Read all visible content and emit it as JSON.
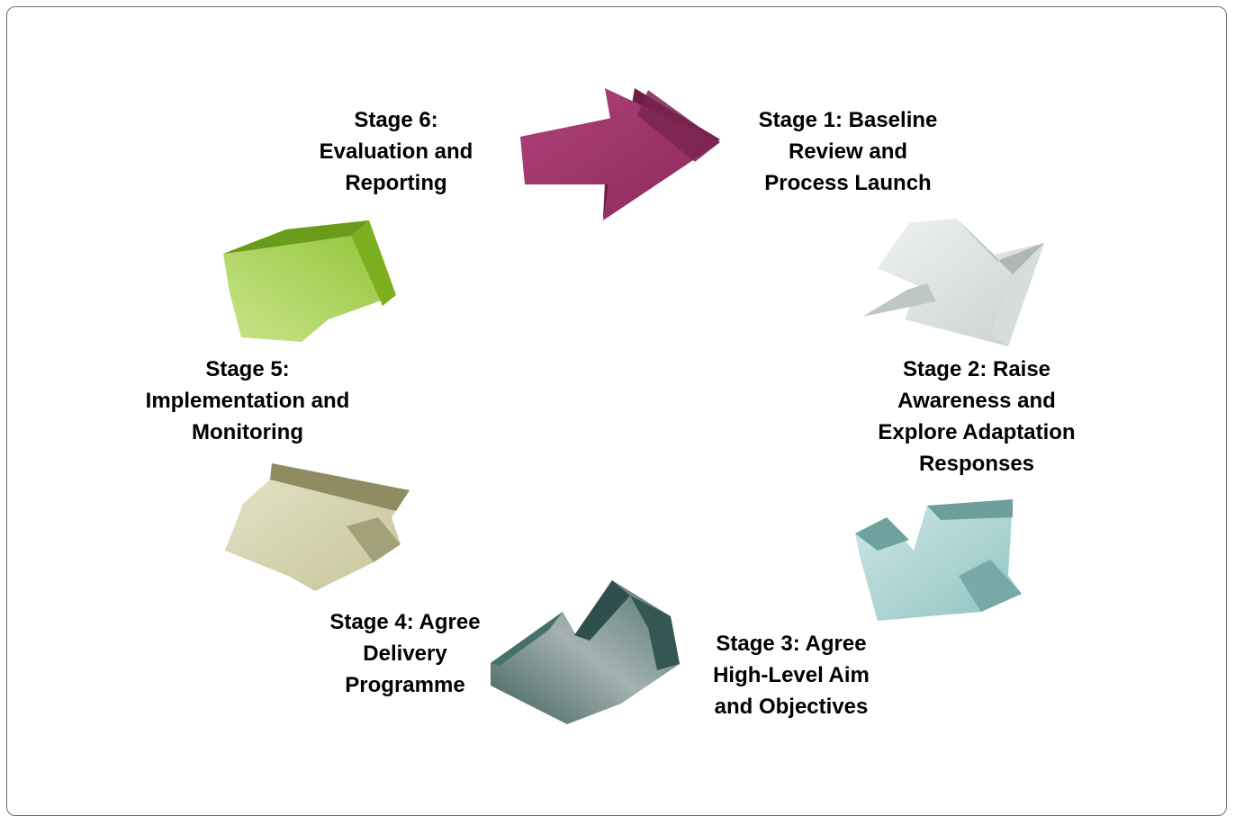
{
  "stages": [
    {
      "id": "stage-1",
      "lines": [
        "Stage 1: Baseline",
        "Review and",
        "Process Launch"
      ],
      "color": "#9b2f63"
    },
    {
      "id": "stage-2",
      "lines": [
        "Stage 2: Raise",
        "Awareness and",
        "Explore Adaptation",
        "Responses"
      ],
      "color": "#d5dbdb"
    },
    {
      "id": "stage-3",
      "lines": [
        "Stage 3: Agree",
        "High-Level Aim",
        "and Objectives"
      ],
      "color": "#8fc7c5"
    },
    {
      "id": "stage-4",
      "lines": [
        "Stage 4: Agree",
        "Delivery",
        "Programme"
      ],
      "color": "#4f7a76"
    },
    {
      "id": "stage-5",
      "lines": [
        "Stage 5:",
        "Implementation and",
        "Monitoring"
      ],
      "color": "#d3d2a8"
    },
    {
      "id": "stage-6",
      "lines": [
        "Stage 6:",
        "Evaluation and",
        "Reporting"
      ],
      "color": "#9ccc3c"
    }
  ]
}
